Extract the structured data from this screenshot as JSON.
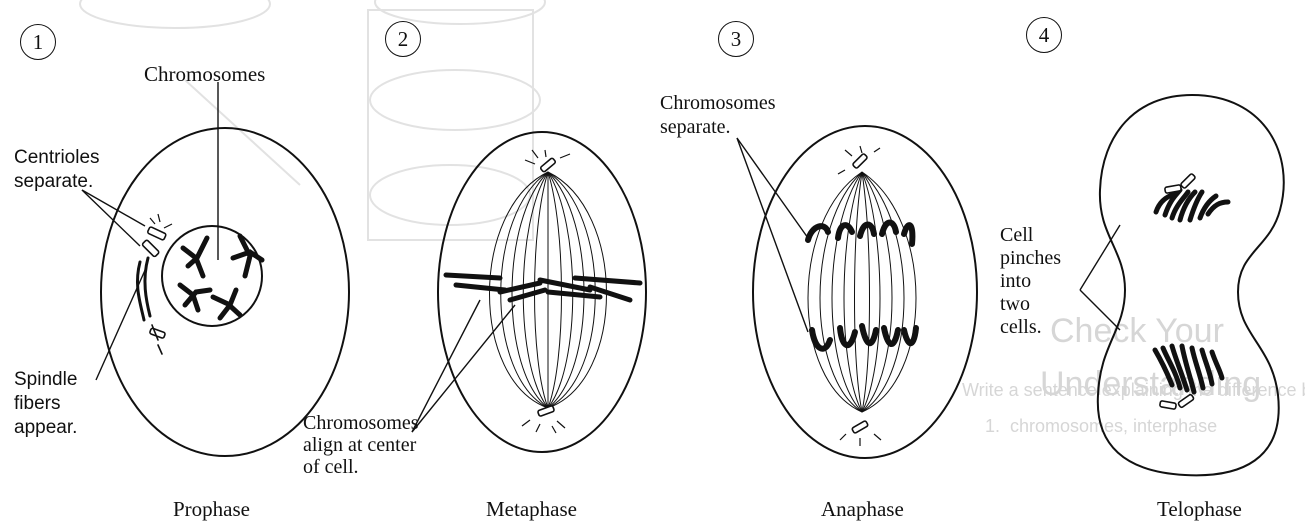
{
  "steps": [
    "1",
    "2",
    "3",
    "4"
  ],
  "phases": [
    "Prophase",
    "Metaphase",
    "Anaphase",
    "Telophase"
  ],
  "labels": {
    "chromosomes_top": "Chromosomes",
    "centrioles": "Centrioles\nseparate.",
    "spindle": "Spindle\nfibers\nappear.",
    "align": "Chromosomes\nalign at center\nof cell.",
    "separate": "Chromosomes\nseparate.",
    "pinch": "Cell\npinches\ninto\ntwo\ncells."
  },
  "bleed_through": {
    "check": "Check Your",
    "understanding": "Understanding",
    "question": "Write a sentence explaining the difference between each pair of te",
    "item": "1.  chromosomes, interphase"
  }
}
